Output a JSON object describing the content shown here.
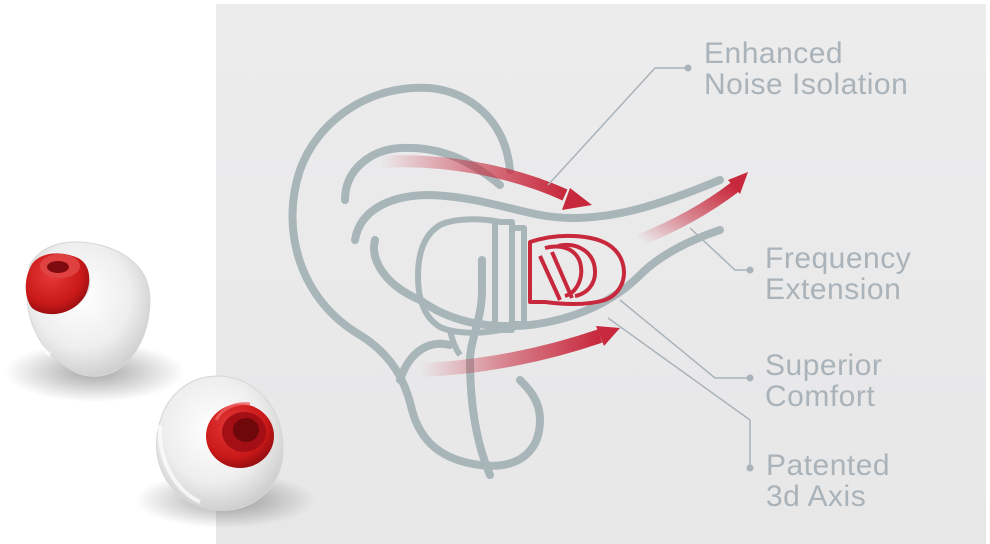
{
  "features": {
    "noise_isolation": {
      "line1": "Enhanced",
      "line2": "Noise Isolation"
    },
    "frequency_extension": {
      "line1": "Frequency",
      "line2": "Extension"
    },
    "superior_comfort": {
      "line1": "Superior",
      "line2": "Comfort"
    },
    "patented_axis": {
      "line1": "Patented",
      "line2": "3d Axis"
    }
  },
  "colors": {
    "panel_background": "#e9e9ea",
    "outline": "#a9b6b9",
    "accent_red": "#c8283c",
    "label_text": "#a9b3b9"
  },
  "icons": [
    "ear-outline-icon",
    "earphone-icon",
    "ear-tip-icon",
    "sound-arrow-icon",
    "leader-dot-icon"
  ]
}
